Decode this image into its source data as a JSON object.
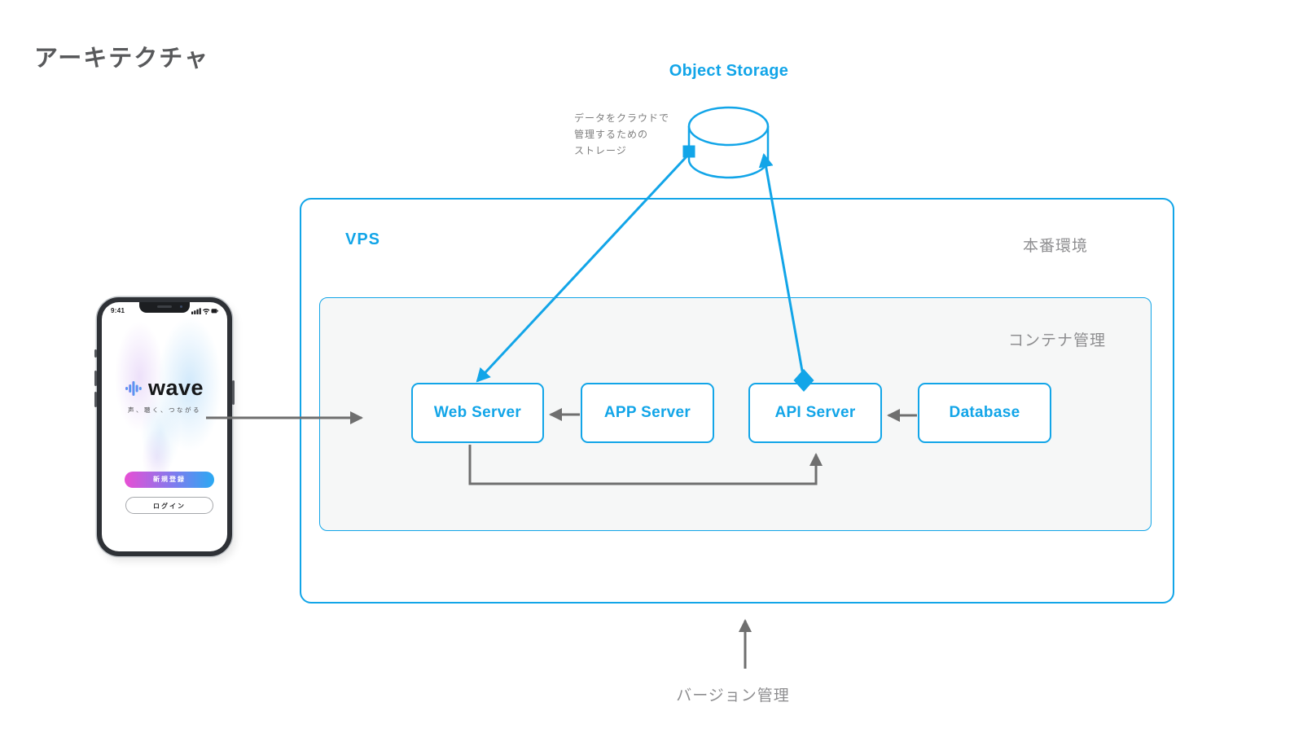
{
  "page": {
    "title": "アーキテクチャ"
  },
  "object_storage": {
    "label": "Object Storage",
    "description_lines": [
      "データをクラウドで",
      "管理するための",
      "ストレージ"
    ]
  },
  "vps": {
    "label": "VPS",
    "environment_label": "本番環境"
  },
  "container": {
    "label": "コンテナ管理",
    "servers": [
      {
        "id": "web-server",
        "label": "Web Server"
      },
      {
        "id": "app-server",
        "label": "APP Server"
      },
      {
        "id": "api-server",
        "label": "API Server"
      },
      {
        "id": "database",
        "label": "Database"
      }
    ]
  },
  "version_management": {
    "label": "バージョン管理"
  },
  "phone": {
    "status_time": "9:41",
    "logo_text": "wave",
    "tagline": "声、聴く、つながる",
    "signup_button": "新規登録",
    "login_button": "ログイン"
  },
  "colors": {
    "accent_blue": "#12a5e8",
    "arrow_gray": "#6f6f6f",
    "label_gray": "#8e8e90",
    "title_gray": "#58595b",
    "container_fill": "#f6f7f7",
    "signup_gradient_start": "#e84fd4",
    "signup_gradient_end": "#2aa9f2"
  }
}
